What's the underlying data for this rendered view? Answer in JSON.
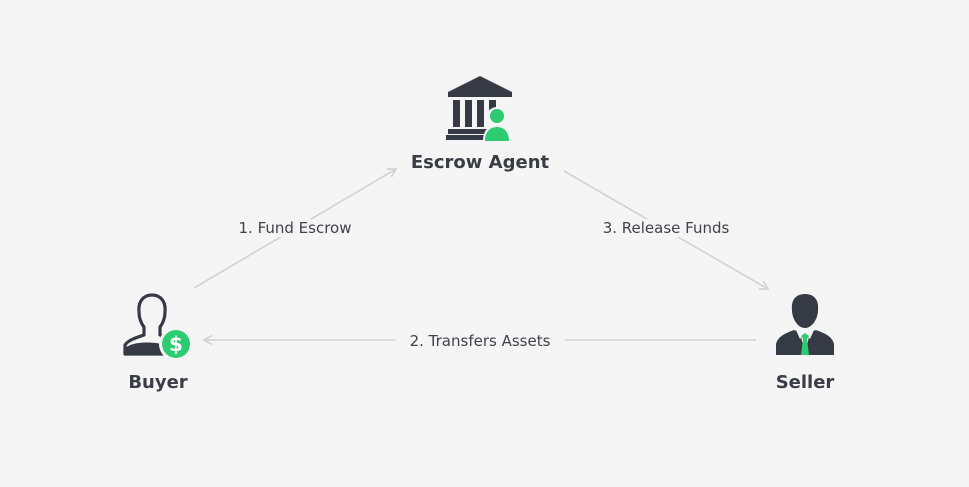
{
  "nodes": {
    "agent": {
      "label": "Escrow Agent",
      "icon": "bank-with-person-icon"
    },
    "buyer": {
      "label": "Buyer",
      "icon": "person-with-dollar-icon"
    },
    "seller": {
      "label": "Seller",
      "icon": "businessman-icon"
    }
  },
  "edges": [
    {
      "from": "buyer",
      "to": "agent",
      "label": "1. Fund Escrow"
    },
    {
      "from": "seller",
      "to": "buyer",
      "label": "2. Transfers Assets"
    },
    {
      "from": "agent",
      "to": "seller",
      "label": "3. Release Funds"
    }
  ],
  "colors": {
    "background": "#f5f5f5",
    "icon_dark": "#353a45",
    "accent_green": "#2ecc71",
    "arrow_gray": "#d2d2d2",
    "label_text": "#3f424a"
  }
}
